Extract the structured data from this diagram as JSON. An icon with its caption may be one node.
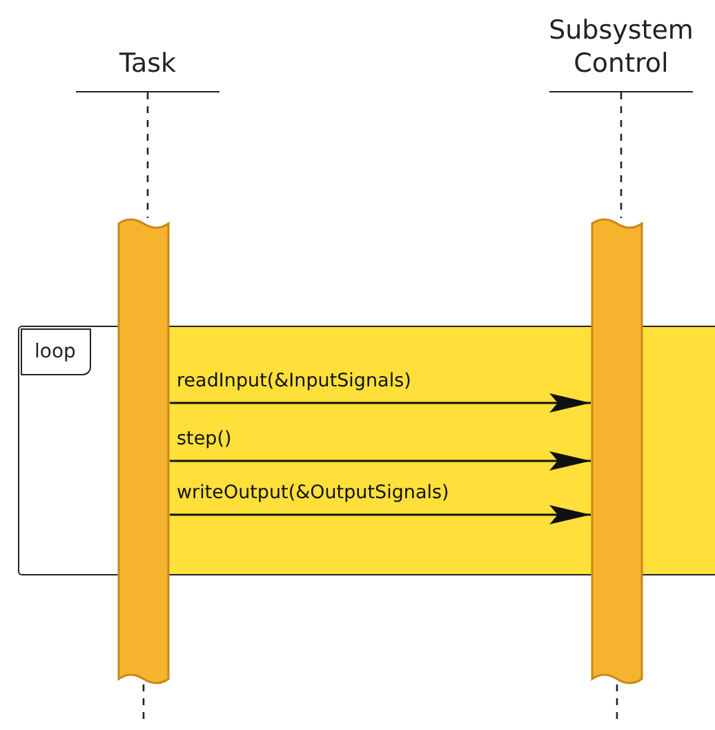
{
  "diagram": {
    "nodes": [
      {
        "text": [
          "Task"
        ]
      },
      {
        "text": [
          "Subsystem Control"
        ]
      },
      {
        "text": [
          "loop"
        ]
      },
      {
        "text": [],
        "shape": "bar"
      },
      {
        "text": [],
        "shape": "bar"
      }
    ],
    "edges": [
      {
        "from": 3,
        "to": 4,
        "arrow": "to",
        "label": "readInput(&InputSignals)"
      },
      {
        "from": 3,
        "to": 4,
        "arrow": "to",
        "label": "step()"
      },
      {
        "from": 3,
        "to": 4,
        "arrow": "to",
        "label": "writeOutput(&OutputSignals)"
      },
      {
        "from": 0,
        "to": 3,
        "arrow": "none",
        "style": "dashed"
      },
      {
        "from": 1,
        "to": 4,
        "arrow": "none",
        "style": "dashed"
      },
      {
        "from": 3,
        "to": null,
        "arrow": "none",
        "style": "dashed"
      },
      {
        "from": 4,
        "to": null,
        "arrow": "none",
        "style": "dashed"
      }
    ]
  }
}
